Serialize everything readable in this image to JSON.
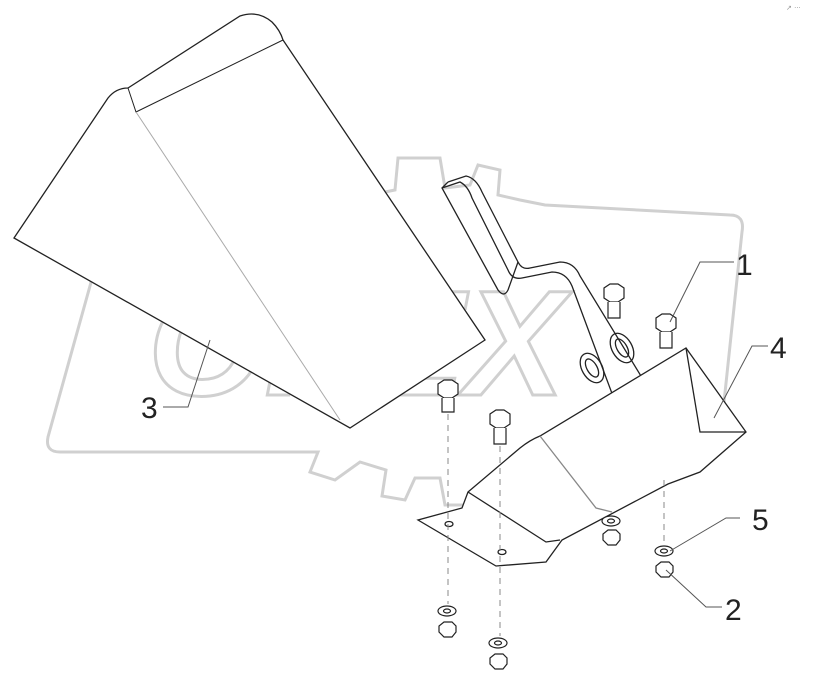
{
  "watermark": {
    "text": "OPEX",
    "color": "#d0d0d0"
  },
  "corner_mark": "↗ ···",
  "parts": [
    {
      "number": "1",
      "name": "bolt"
    },
    {
      "number": "2",
      "name": "nut"
    },
    {
      "number": "3",
      "name": "shield"
    },
    {
      "number": "4",
      "name": "bracket"
    },
    {
      "number": "5",
      "name": "washer"
    }
  ],
  "colors": {
    "line": "#222222",
    "leader": "#555555",
    "watermark": "#d0d0d0"
  }
}
